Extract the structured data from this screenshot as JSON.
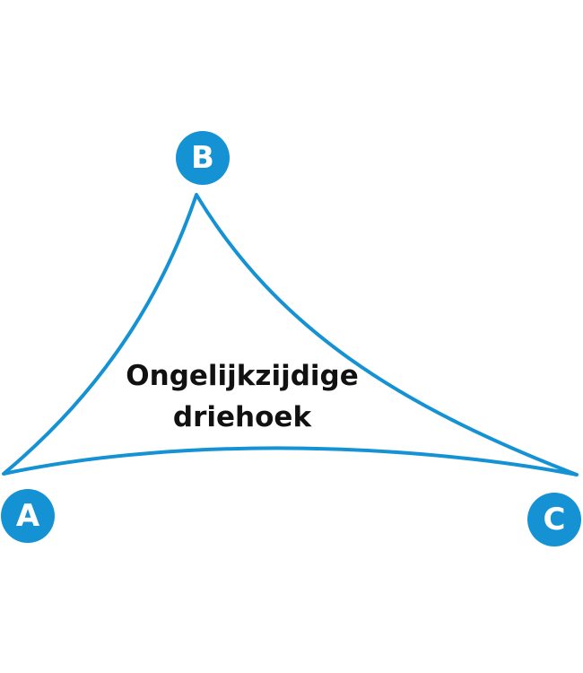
{
  "colors": {
    "accent": "#1592d3",
    "text": "#111111",
    "background": "#ffffff"
  },
  "shape": {
    "title_line1": "Ongelijkzijdige",
    "title_line2": "driehoek"
  },
  "vertices": {
    "a": "A",
    "b": "B",
    "c": "C"
  }
}
